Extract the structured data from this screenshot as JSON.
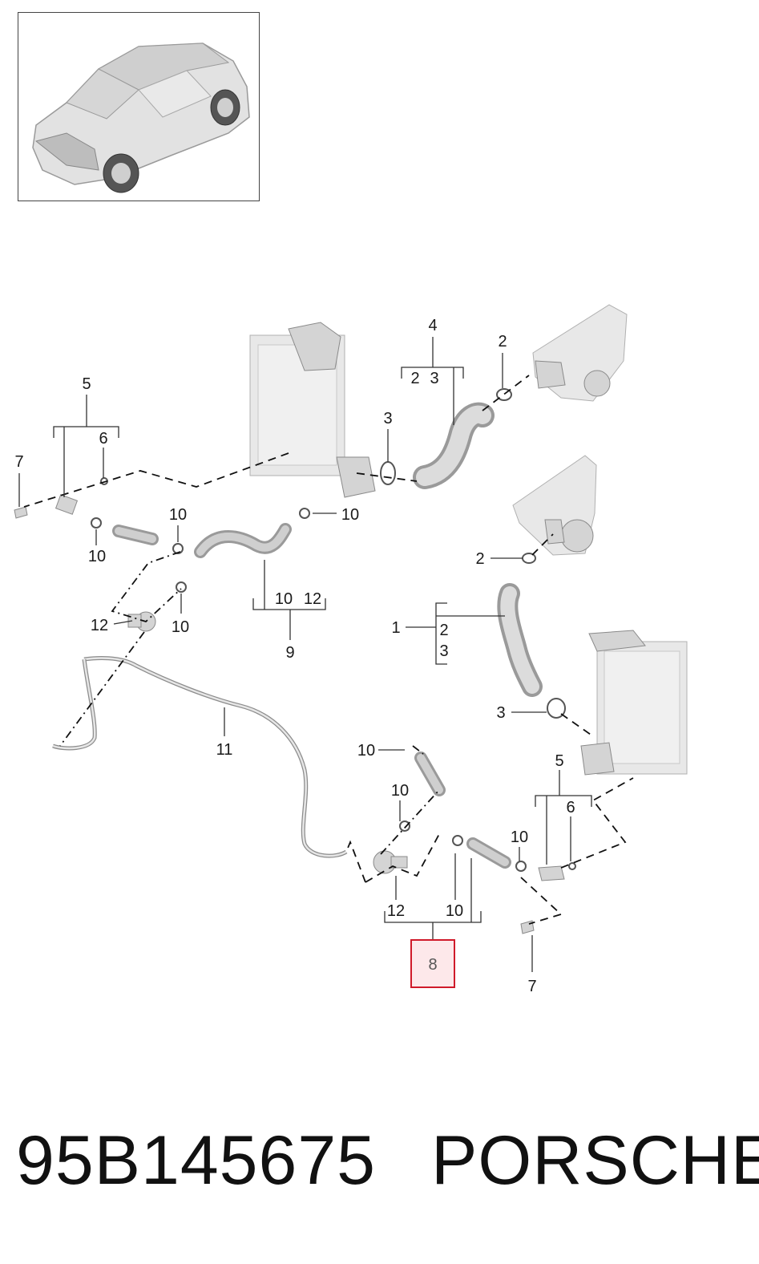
{
  "callouts": [
    {
      "id": "4",
      "text": "4"
    },
    {
      "id": "2-4",
      "text": "2"
    },
    {
      "id": "3-4",
      "text": "3"
    },
    {
      "id": "2-top",
      "text": "2"
    },
    {
      "id": "3-top",
      "text": "3"
    },
    {
      "id": "5-left",
      "text": "5"
    },
    {
      "id": "6-left",
      "text": "6"
    },
    {
      "id": "7-left",
      "text": "7"
    },
    {
      "id": "10-a",
      "text": "10"
    },
    {
      "id": "10-b",
      "text": "10"
    },
    {
      "id": "10-c",
      "text": "10"
    },
    {
      "id": "10-d",
      "text": "10"
    },
    {
      "id": "12-left",
      "text": "12"
    },
    {
      "id": "9",
      "text": "9"
    },
    {
      "id": "10-9",
      "text": "10"
    },
    {
      "id": "12-9",
      "text": "12"
    },
    {
      "id": "2-mid",
      "text": "2"
    },
    {
      "id": "1",
      "text": "1"
    },
    {
      "id": "2-1",
      "text": "2"
    },
    {
      "id": "3-1",
      "text": "3"
    },
    {
      "id": "3-mid",
      "text": "3"
    },
    {
      "id": "11",
      "text": "11"
    },
    {
      "id": "10-e",
      "text": "10"
    },
    {
      "id": "10-f",
      "text": "10"
    },
    {
      "id": "10-g",
      "text": "10"
    },
    {
      "id": "5-right",
      "text": "5"
    },
    {
      "id": "6-right",
      "text": "6"
    },
    {
      "id": "12-8",
      "text": "12"
    },
    {
      "id": "10-8",
      "text": "10"
    },
    {
      "id": "8",
      "text": "8"
    },
    {
      "id": "7-right",
      "text": "7"
    }
  ],
  "highlight_color": "#d01a2a",
  "footer": {
    "part_number": "95B145675",
    "brand": "PORSCHE"
  }
}
